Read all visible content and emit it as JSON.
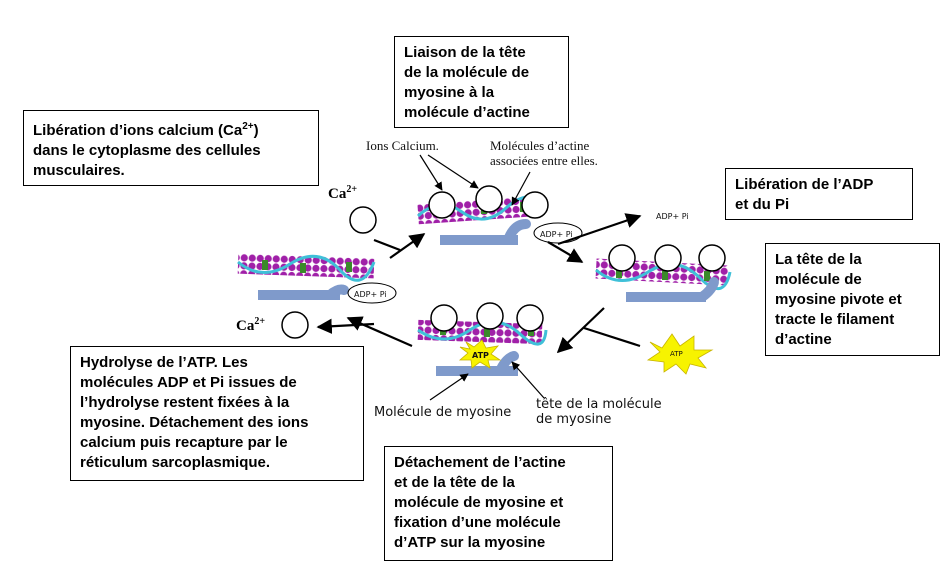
{
  "boxes": {
    "liaison": "Liaison de la tête\nde la molécule de\nmyosine à la\nmolécule d’actine",
    "liberation_calcium_pre": "Libération d’ions calcium (Ca",
    "liberation_calcium_sup": "2+",
    "liberation_calcium_post": ")\ndans le cytoplasme des cellules\nmusculaires.",
    "liberation_adp": "Libération de l’ADP\net du Pi",
    "pivot": "La tête de la\nmolécule de\nmyosine pivote et\ntracte le filament\nd’actine",
    "hydrolyse": "Hydrolyse de l’ATP. Les\nmolécules ADP et Pi issues de\nl’hydrolyse restent fixées à la\nmyosine. Détachement des ions\ncalcium puis recapture par le\nréticulum sarcoplasmique.",
    "detachement": "Détachement de l’actine\net de la tête de la\nmolécule de myosine et\nfixation d’une molécule\nd’ATP sur la myosine"
  },
  "labels": {
    "ions_calcium": "Ions Calcium.",
    "molecules_actine": "Molécules d’actine\nassociées entre elles.",
    "molecule_myosine": "Molécule de myosine",
    "tete_myosine": "tête de la molécule\nde myosine",
    "adp_pi_top": "ADP+ Pi",
    "adp_pi_left": "ADP+ Pi",
    "adp_pi_right": "ADP+ Pi",
    "atp_right": "ATP",
    "atp_bottom": "ATP",
    "ca_top": "Ca",
    "ca_left": "Ca",
    "ca_sup": "2+"
  },
  "colors": {
    "actin_purple": "#a020a8",
    "actin_cyan": "#3fc0d8",
    "tropomyosin_green": "#3a8a2a",
    "myosin_blue": "#7f9acb",
    "atp_yellow": "#f7f300"
  }
}
